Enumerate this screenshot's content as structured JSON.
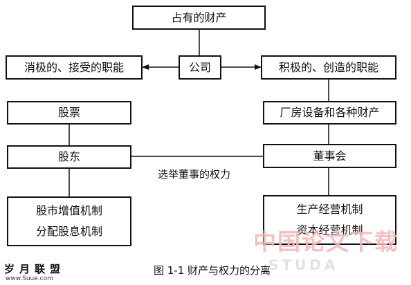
{
  "diagram": {
    "top_box": "占有的财产",
    "company_box": "公司",
    "left_function": "消极的、接受的职能",
    "right_function": "积极的、创造的职能",
    "stock_box": "股票",
    "shareholder_box": "股东",
    "board_box": "董事会",
    "assets_box": "厂房设备和各种财产",
    "left_bottom_lines": [
      "股市增值机制",
      "分配股息机制"
    ],
    "right_bottom_lines": [
      "生产经营机制",
      "资本经营机制"
    ],
    "election_label": "选举董事的权力"
  },
  "caption": "图 1-1  财产与权力的分离",
  "watermark": {
    "cn": "中国论文下载",
    "en": "STUDA",
    "logo_cn": "岁月联盟",
    "logo_url": "www.Suue.com"
  }
}
